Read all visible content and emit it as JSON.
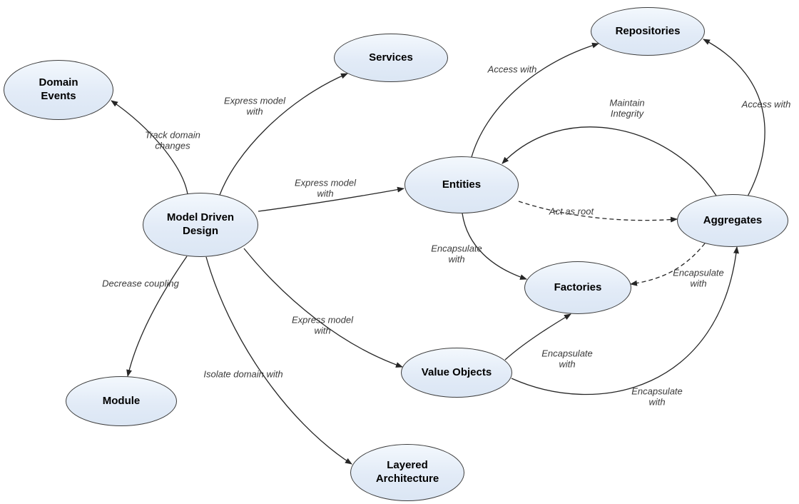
{
  "diagram": {
    "subject": "Domain Driven Design concept map",
    "style": {
      "background": "#ffffff",
      "node_fill_top": "#f3f8fd",
      "node_fill_bottom": "#dbe6f4",
      "node_border": "#3c3c3c",
      "node_text": "#000000",
      "edge_color": "#262626",
      "edge_label_color": "#3a3a3a"
    }
  },
  "nodes": [
    {
      "id": "domain-events",
      "label": "Domain Events"
    },
    {
      "id": "services",
      "label": "Services"
    },
    {
      "id": "repositories",
      "label": "Repositories"
    },
    {
      "id": "model-driven-design",
      "label": "Model Driven Design"
    },
    {
      "id": "entities",
      "label": "Entities"
    },
    {
      "id": "aggregates",
      "label": "Aggregates"
    },
    {
      "id": "factories",
      "label": "Factories"
    },
    {
      "id": "value-objects",
      "label": "Value Objects"
    },
    {
      "id": "module",
      "label": "Module"
    },
    {
      "id": "layered-architecture",
      "label": "Layered Architecture"
    }
  ],
  "edges": [
    {
      "from": "Model Driven Design",
      "to": "Domain Events",
      "label": "Track domain changes",
      "line": "solid"
    },
    {
      "from": "Model Driven Design",
      "to": "Services",
      "label": "Express model with",
      "line": "solid"
    },
    {
      "from": "Model Driven Design",
      "to": "Entities",
      "label": "Express model with",
      "line": "solid"
    },
    {
      "from": "Model Driven Design",
      "to": "Value Objects",
      "label": "Express model with",
      "line": "solid"
    },
    {
      "from": "Model Driven Design",
      "to": "Module",
      "label": "Decrease coupling",
      "line": "solid"
    },
    {
      "from": "Model Driven Design",
      "to": "Layered Architecture",
      "label": "Isolate domain with",
      "line": "solid"
    },
    {
      "from": "Entities",
      "to": "Repositories",
      "label": "Access with",
      "line": "solid"
    },
    {
      "from": "Aggregates",
      "to": "Repositories",
      "label": "Access with",
      "line": "solid"
    },
    {
      "from": "Aggregates",
      "to": "Entities",
      "label": "Maintain Integrity",
      "line": "solid"
    },
    {
      "from": "Entities",
      "to": "Aggregates",
      "label": "Act as root",
      "line": "dashed"
    },
    {
      "from": "Entities",
      "to": "Factories",
      "label": "Encapsulate with",
      "line": "solid"
    },
    {
      "from": "Aggregates",
      "to": "Factories",
      "label": "Encapsulate with",
      "line": "dashed"
    },
    {
      "from": "Value Objects",
      "to": "Factories",
      "label": "Encapsulate with",
      "line": "solid"
    },
    {
      "from": "Value Objects",
      "to": "Aggregates",
      "label": "Encapsulate with",
      "line": "solid"
    }
  ]
}
